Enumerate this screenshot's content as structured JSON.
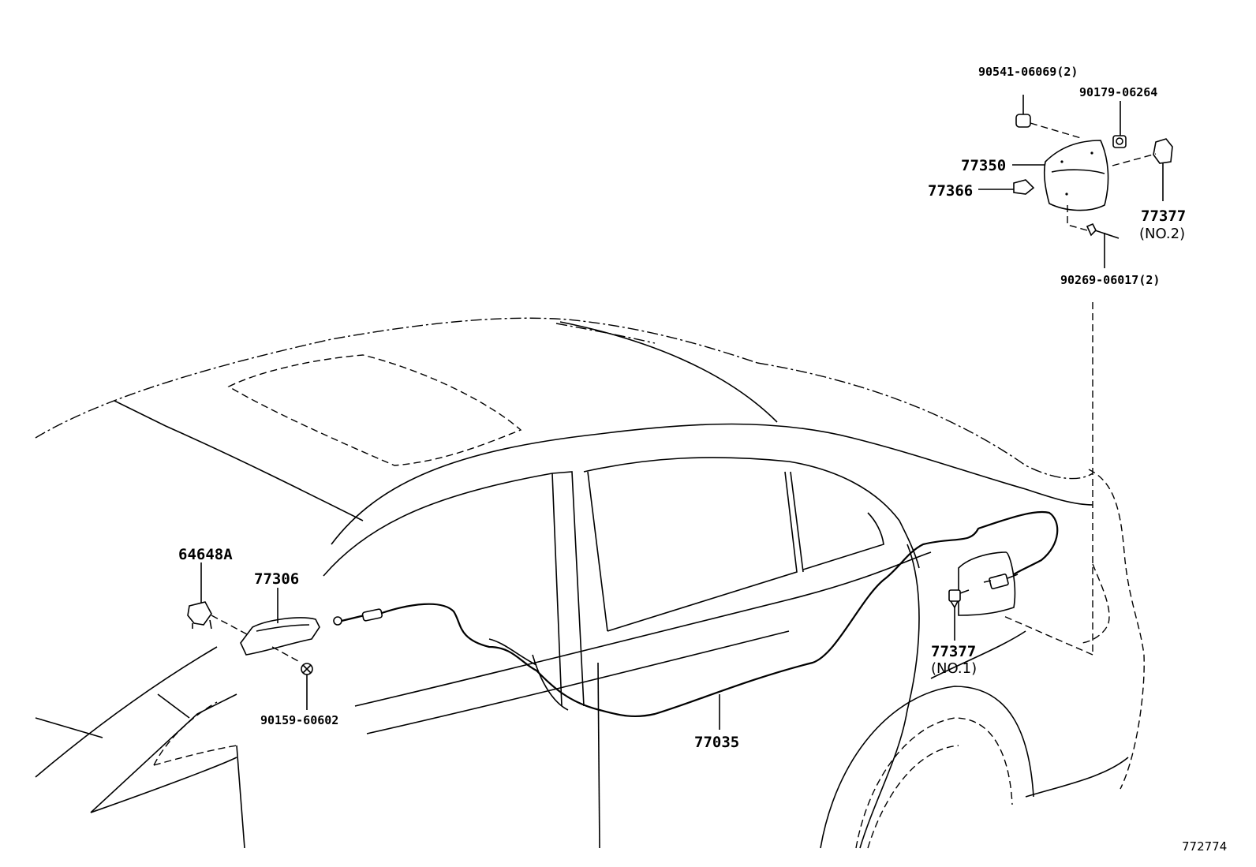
{
  "diagram_id": "772774",
  "labels": {
    "p_90541": "90541-06069(2)",
    "p_90179": "90179-06264",
    "p_77350": "77350",
    "p_77366": "77366",
    "p_77377_no2": "77377",
    "p_77377_no2_sub": "(NO.2)",
    "p_90269": "90269-06017(2)",
    "p_64648a": "64648A",
    "p_77306": "77306",
    "p_90159": "90159-60602",
    "p_77377_no1": "77377",
    "p_77377_no1_sub": "(NO.1)",
    "p_77035": "77035"
  }
}
